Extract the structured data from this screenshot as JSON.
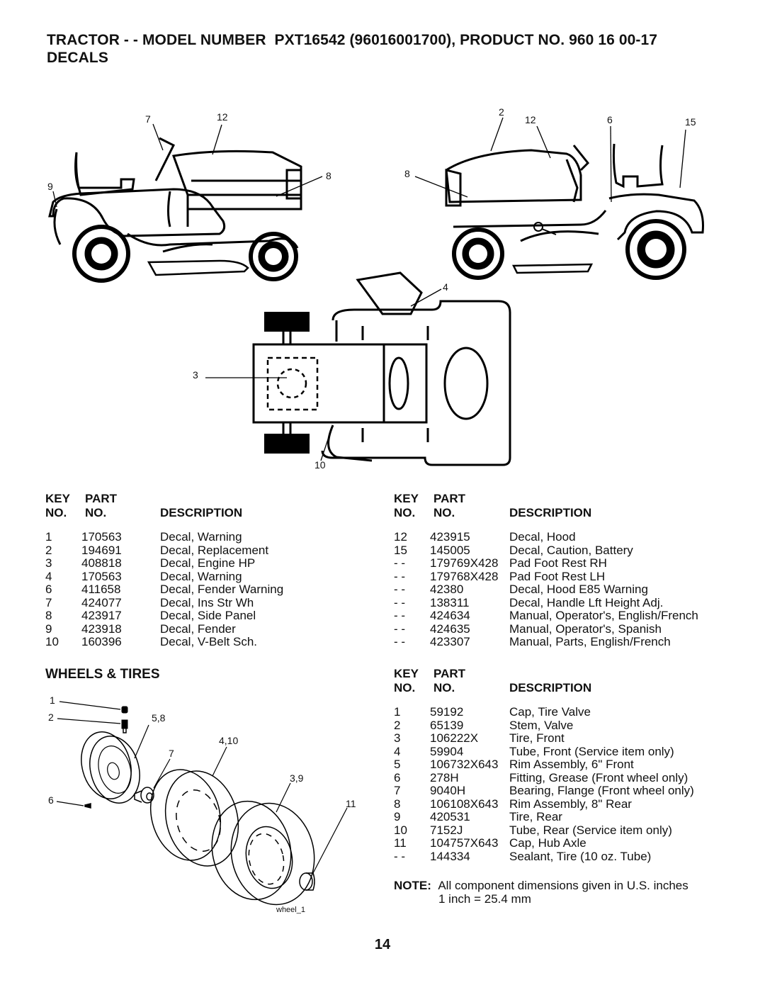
{
  "header": {
    "title_line1": "TRACTOR - - MODEL NUMBER  PXT16542 (96016001700), PRODUCT NO. 960 16 00-17",
    "title_line2": "DECALS"
  },
  "decals_figure": {
    "callouts": [
      "7",
      "12",
      "9",
      "8",
      "2",
      "12",
      "6",
      "15",
      "8",
      "4",
      "3",
      "10"
    ]
  },
  "decals_table_left": {
    "header": {
      "key_line1": "KEY",
      "key_line2": "NO.",
      "part_line1": "PART",
      "part_line2": "NO.",
      "description": "DESCRIPTION"
    },
    "rows": [
      {
        "key": "1",
        "part": "170563",
        "desc": "Decal, Warning"
      },
      {
        "key": "2",
        "part": "194691",
        "desc": "Decal, Replacement"
      },
      {
        "key": "3",
        "part": "408818",
        "desc": "Decal, Engine HP"
      },
      {
        "key": "4",
        "part": "170563",
        "desc": "Decal, Warning"
      },
      {
        "key": "6",
        "part": "411658",
        "desc": "Decal, Fender Warning"
      },
      {
        "key": "7",
        "part": "424077",
        "desc": "Decal, Ins Str Wh"
      },
      {
        "key": "8",
        "part": "423917",
        "desc": "Decal, Side Panel"
      },
      {
        "key": "9",
        "part": "423918",
        "desc": "Decal, Fender"
      },
      {
        "key": "10",
        "part": "160396",
        "desc": "Decal, V-Belt Sch."
      }
    ]
  },
  "decals_table_right": {
    "header": {
      "key_line1": "KEY",
      "key_line2": "NO.",
      "part_line1": "PART",
      "part_line2": "NO.",
      "description": "DESCRIPTION"
    },
    "rows": [
      {
        "key": "12",
        "part": "423915",
        "desc": "Decal, Hood"
      },
      {
        "key": "15",
        "part": "145005",
        "desc": "Decal, Caution, Battery"
      },
      {
        "key": "- -",
        "part": "179769X428",
        "desc": "Pad Foot Rest RH"
      },
      {
        "key": "- -",
        "part": "179768X428",
        "desc": "Pad Foot Rest LH"
      },
      {
        "key": "- -",
        "part": "42380",
        "desc": "Decal, Hood E85 Warning"
      },
      {
        "key": "- -",
        "part": "138311",
        "desc": "Decal, Handle Lft Height Adj."
      },
      {
        "key": "- -",
        "part": "424634",
        "desc": "Manual, Operator's, English/French"
      },
      {
        "key": "- -",
        "part": "424635",
        "desc": "Manual, Operator's, Spanish"
      },
      {
        "key": "- -",
        "part": "423307",
        "desc": "Manual, Parts, English/French"
      }
    ]
  },
  "wheels_section": {
    "title": "WHEELS & TIRES",
    "figure_callouts": [
      "1",
      "2",
      "5,8",
      "4,10",
      "7",
      "3,9",
      "6",
      "11"
    ],
    "figure_id": "wheel_1"
  },
  "wheels_table": {
    "header": {
      "key_line1": "KEY",
      "key_line2": "NO.",
      "part_line1": "PART",
      "part_line2": "NO.",
      "description": "DESCRIPTION"
    },
    "rows": [
      {
        "key": "1",
        "part": "59192",
        "desc": "Cap, Tire Valve"
      },
      {
        "key": "2",
        "part": "65139",
        "desc": "Stem, Valve"
      },
      {
        "key": "3",
        "part": "106222X",
        "desc": "Tire, Front"
      },
      {
        "key": "4",
        "part": "59904",
        "desc": "Tube, Front (Service item only)"
      },
      {
        "key": "5",
        "part": "106732X643",
        "desc": "Rim Assembly, 6\" Front"
      },
      {
        "key": "6",
        "part": "278H",
        "desc": "Fitting, Grease (Front wheel only)"
      },
      {
        "key": "7",
        "part": "9040H",
        "desc": "Bearing, Flange (Front wheel only)"
      },
      {
        "key": "8",
        "part": "106108X643",
        "desc": "Rim Assembly, 8\" Rear"
      },
      {
        "key": "9",
        "part": "420531",
        "desc": "Tire, Rear"
      },
      {
        "key": "10",
        "part": "7152J",
        "desc": "Tube, Rear (Service item only)"
      },
      {
        "key": "11",
        "part": "104757X643",
        "desc": "Cap, Hub Axle"
      },
      {
        "key": "- -",
        "part": "144334",
        "desc": "Sealant, Tire (10 oz. Tube)"
      }
    ]
  },
  "note": {
    "label": "NOTE:",
    "line1": "All component dimensions given in U.S. inches",
    "line2": "1 inch = 25.4 mm"
  },
  "page_number": "14"
}
